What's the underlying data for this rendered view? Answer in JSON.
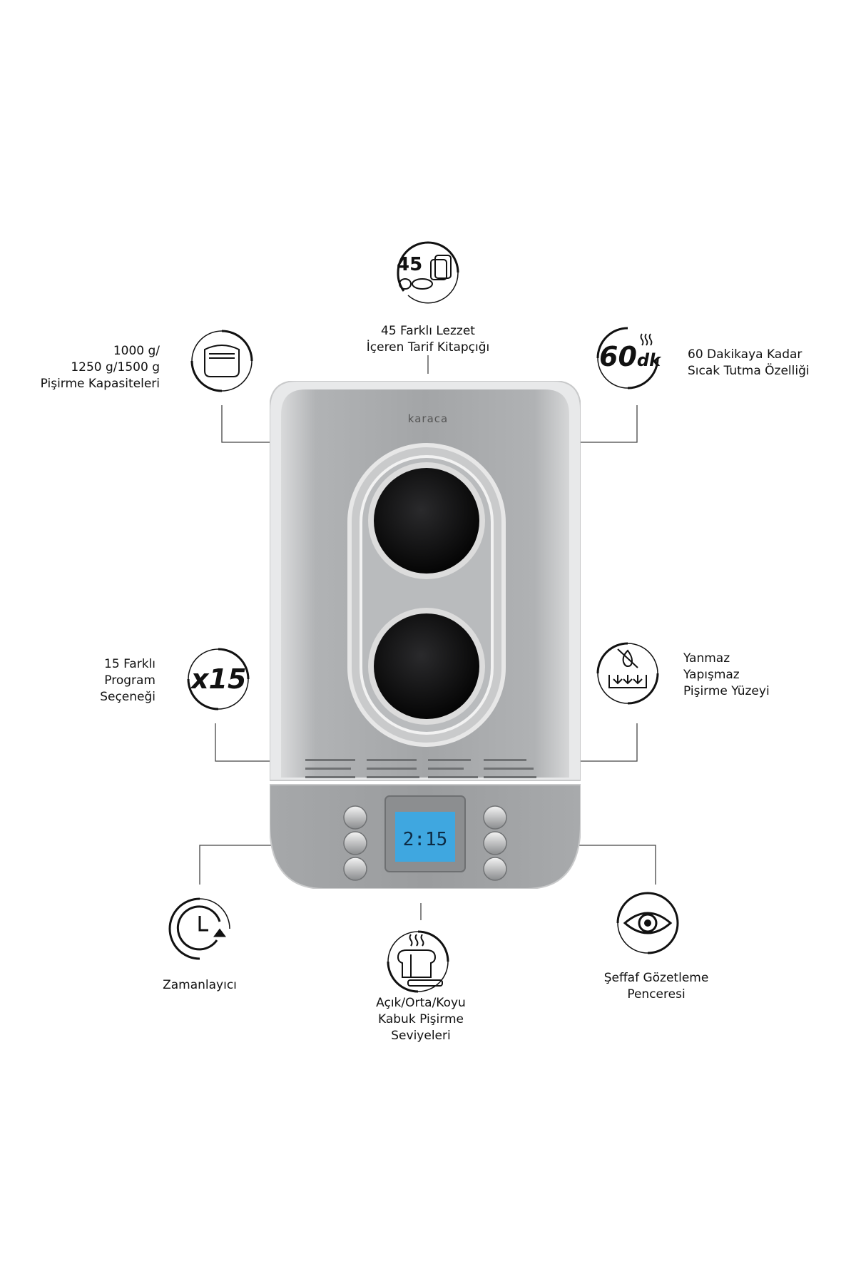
{
  "brand": "karaca",
  "features": {
    "recipes": {
      "badge": "45",
      "lines": [
        "45 Farklı Lezzet",
        "İçeren Tarif Kitapçığı"
      ],
      "icon": "bread-assortment-icon"
    },
    "capacity": {
      "lines": [
        "1000 g/",
        "1250 g/1500 g",
        "Pişirme Kapasiteleri"
      ],
      "icon": "bread-pan-icon"
    },
    "keep_warm": {
      "badge_num": "60",
      "badge_unit": "dk",
      "lines": [
        "60 Dakikaya Kadar",
        "Sıcak Tutma Özelliği"
      ],
      "icon": "steam-timer-icon"
    },
    "programs": {
      "badge": "x15",
      "lines": [
        "15 Farklı",
        "Program",
        "Seçeneği"
      ],
      "icon": "multiplier-icon"
    },
    "nonstick": {
      "lines": [
        "Yanmaz",
        "Yapışmaz",
        "Pişirme Yüzeyi"
      ],
      "icon": "no-burn-icon"
    },
    "timer": {
      "lines": [
        "Zamanlayıcı"
      ],
      "icon": "clock-icon"
    },
    "crust": {
      "lines": [
        "Açık/Orta/Koyu",
        "Kabuk Pişirme",
        "Seviyeleri"
      ],
      "icon": "bread-loaf-icon"
    },
    "window": {
      "lines": [
        "Şeffaf Gözetleme",
        "Penceresi"
      ],
      "icon": "eye-icon"
    }
  },
  "display": {
    "time": "2:15"
  },
  "colors": {
    "steel": "#a9abad",
    "steel_dark": "#8e9092",
    "lcd": "#3fa7e0",
    "line": "#333333"
  }
}
